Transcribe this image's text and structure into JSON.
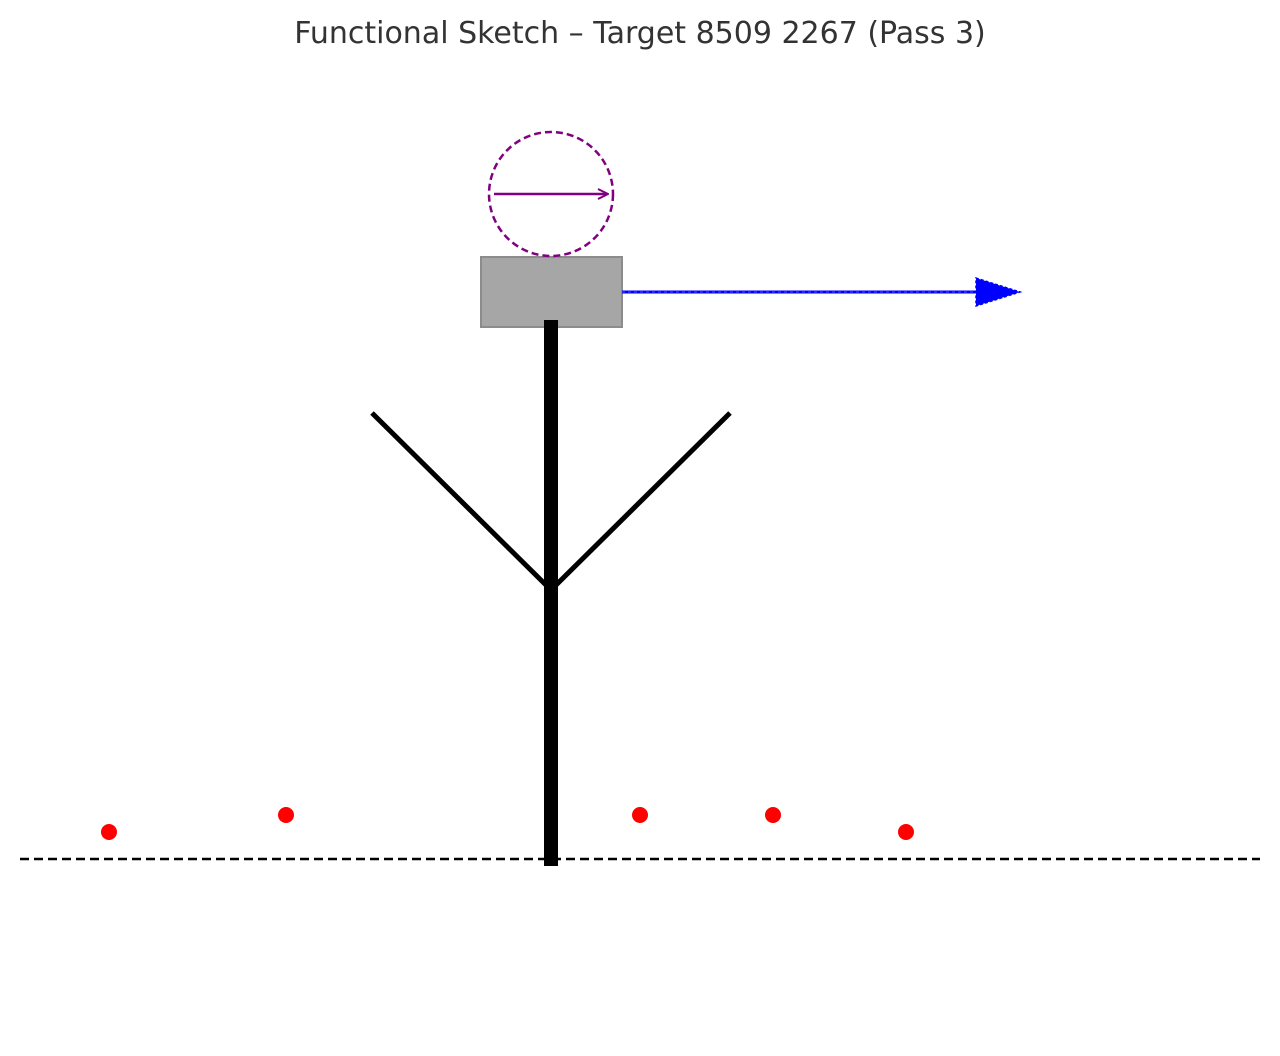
{
  "title": "Functional Sketch – Target 8509 2267 (Pass 3)",
  "colors": {
    "background": "#ffffff",
    "title_text": "#333333",
    "mast": "#000000",
    "branches": "#000000",
    "ground_line": "#000000",
    "head_box_fill": "#a6a6a6",
    "head_box_stroke": "#8c8c8c",
    "direction_arrow": "#0000ff",
    "rotation_circle": "#800080",
    "ground_points": "#ff0000"
  },
  "elements": {
    "mast": "vertical-mast",
    "branches": [
      "left-branch",
      "right-branch"
    ],
    "head": "head-box",
    "rotation_indicator": "dashed-circle-with-arrow",
    "direction_indicator": "horizontal-arrow",
    "ground": "dashed-ground-line",
    "ground_point_count": 5
  }
}
